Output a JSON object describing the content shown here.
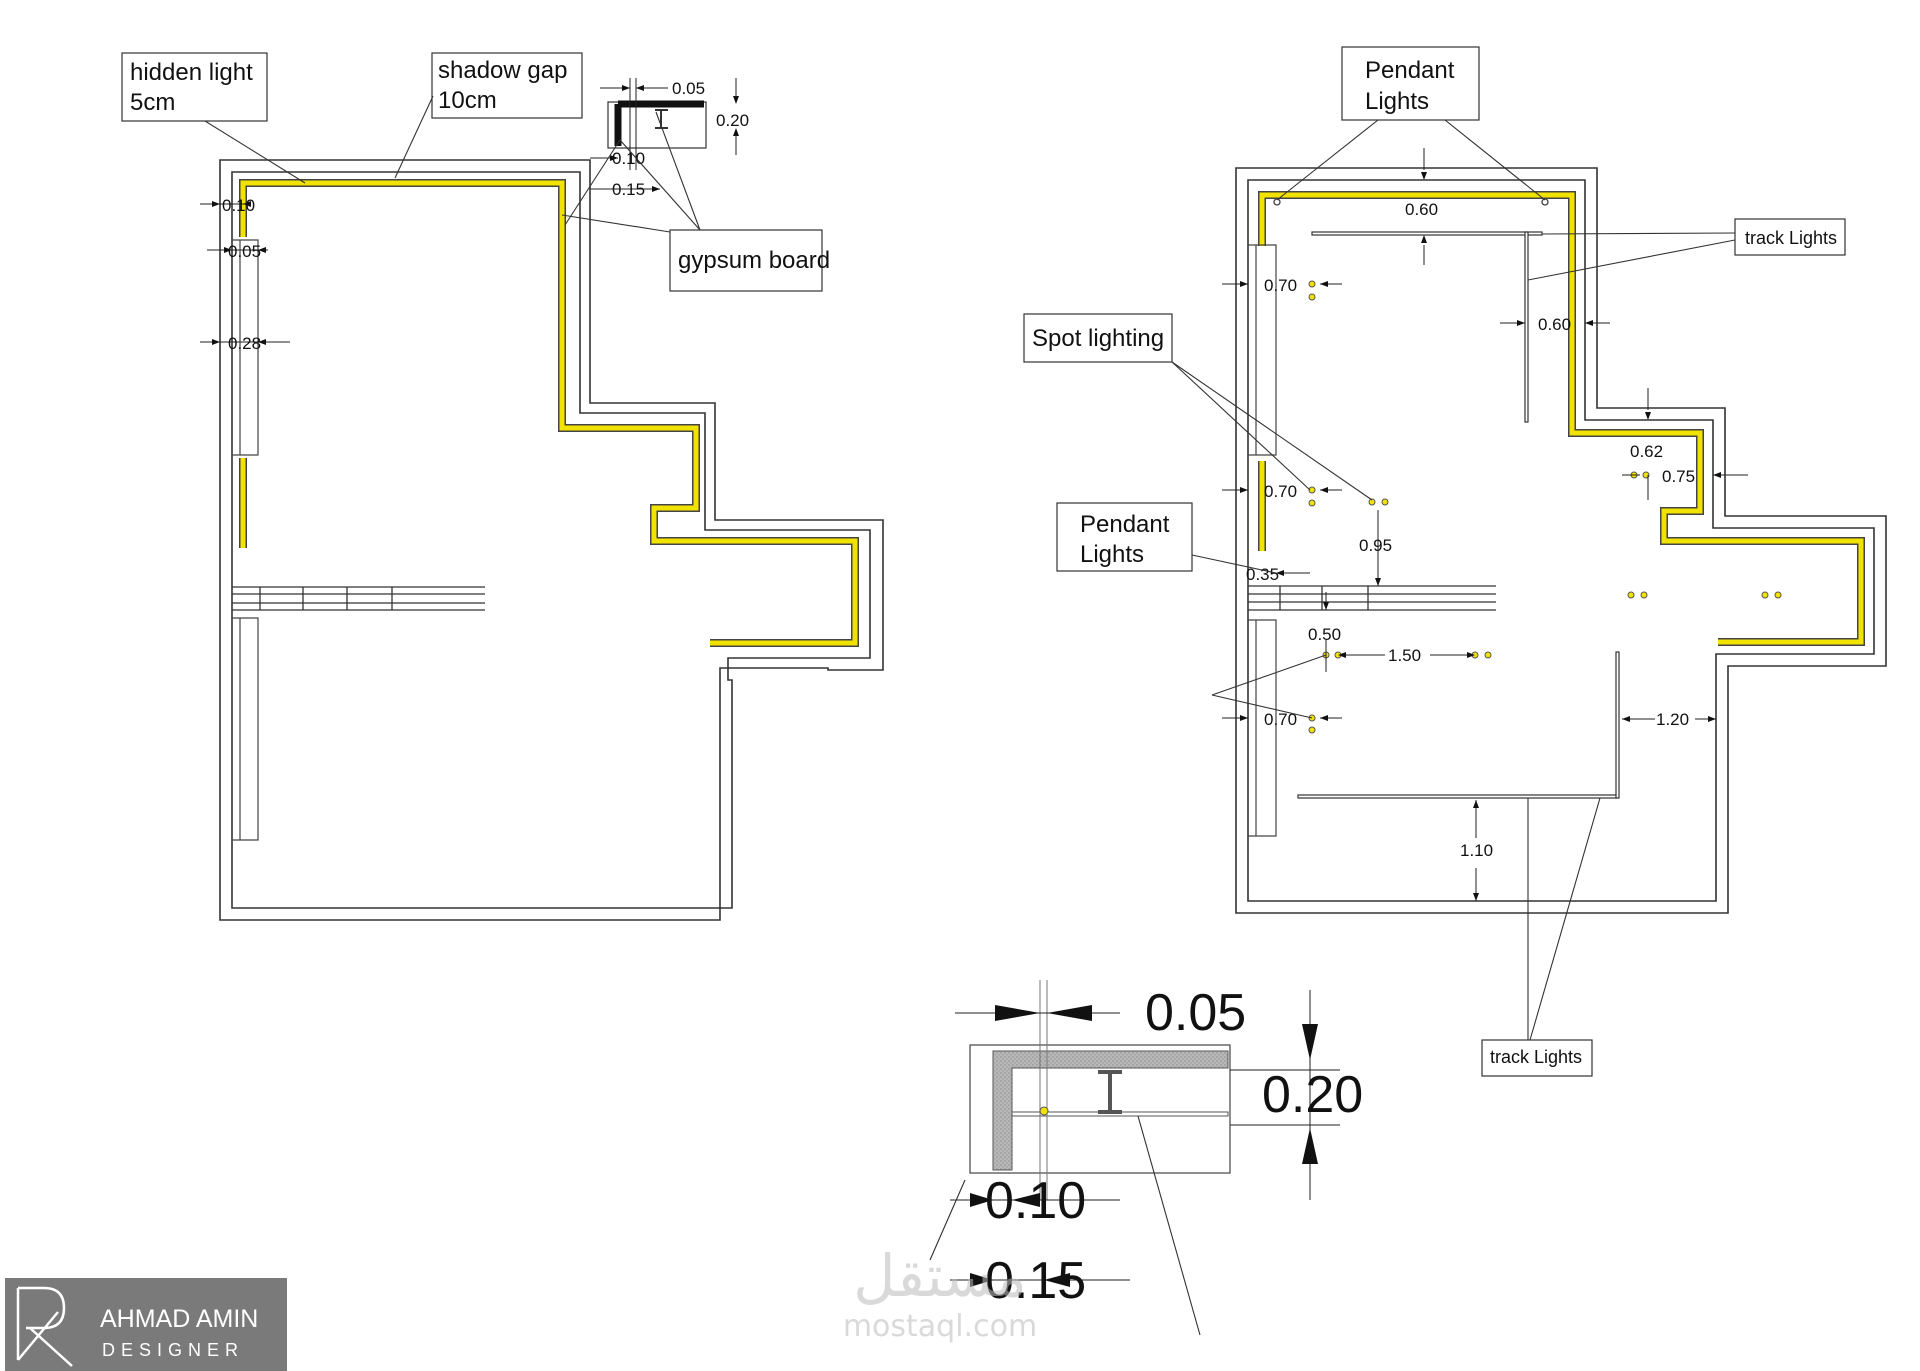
{
  "left_plan": {
    "labels": {
      "hidden_light": [
        "hidden light",
        "5cm"
      ],
      "shadow_gap": [
        "shadow gap",
        "10cm"
      ],
      "gypsum_board": "gypsum board"
    },
    "dims": [
      "0.05",
      "0.20",
      "0.10",
      "0.15",
      "0.10",
      "0.05",
      "0.28"
    ]
  },
  "right_plan": {
    "labels": {
      "pendant_top": [
        "Pendant",
        "Lights"
      ],
      "pendant_left": [
        "Pendant",
        "Lights"
      ],
      "spot": "Spot lighting",
      "track_top": "track Lights",
      "track_bottom": "track Lights"
    },
    "dims": [
      "0.60",
      "0.60",
      "0.70",
      "0.62",
      "0.75",
      "0.70",
      "0.95",
      "0.35",
      "0.50",
      "1.50",
      "0.70",
      "1.20",
      "1.10"
    ]
  },
  "detail": {
    "dims": [
      "0.05",
      "0.20",
      "0.10",
      "0.15"
    ]
  },
  "watermark": {
    "arabic": "مستقل",
    "latin": "mostaql.com"
  },
  "logo": {
    "name": "AHMAD AMIN",
    "role": "DESIGNER"
  },
  "colors": {
    "hidden_light": "#f2e200",
    "lines": "#333333",
    "logo_bg": "#7a7a7a"
  }
}
